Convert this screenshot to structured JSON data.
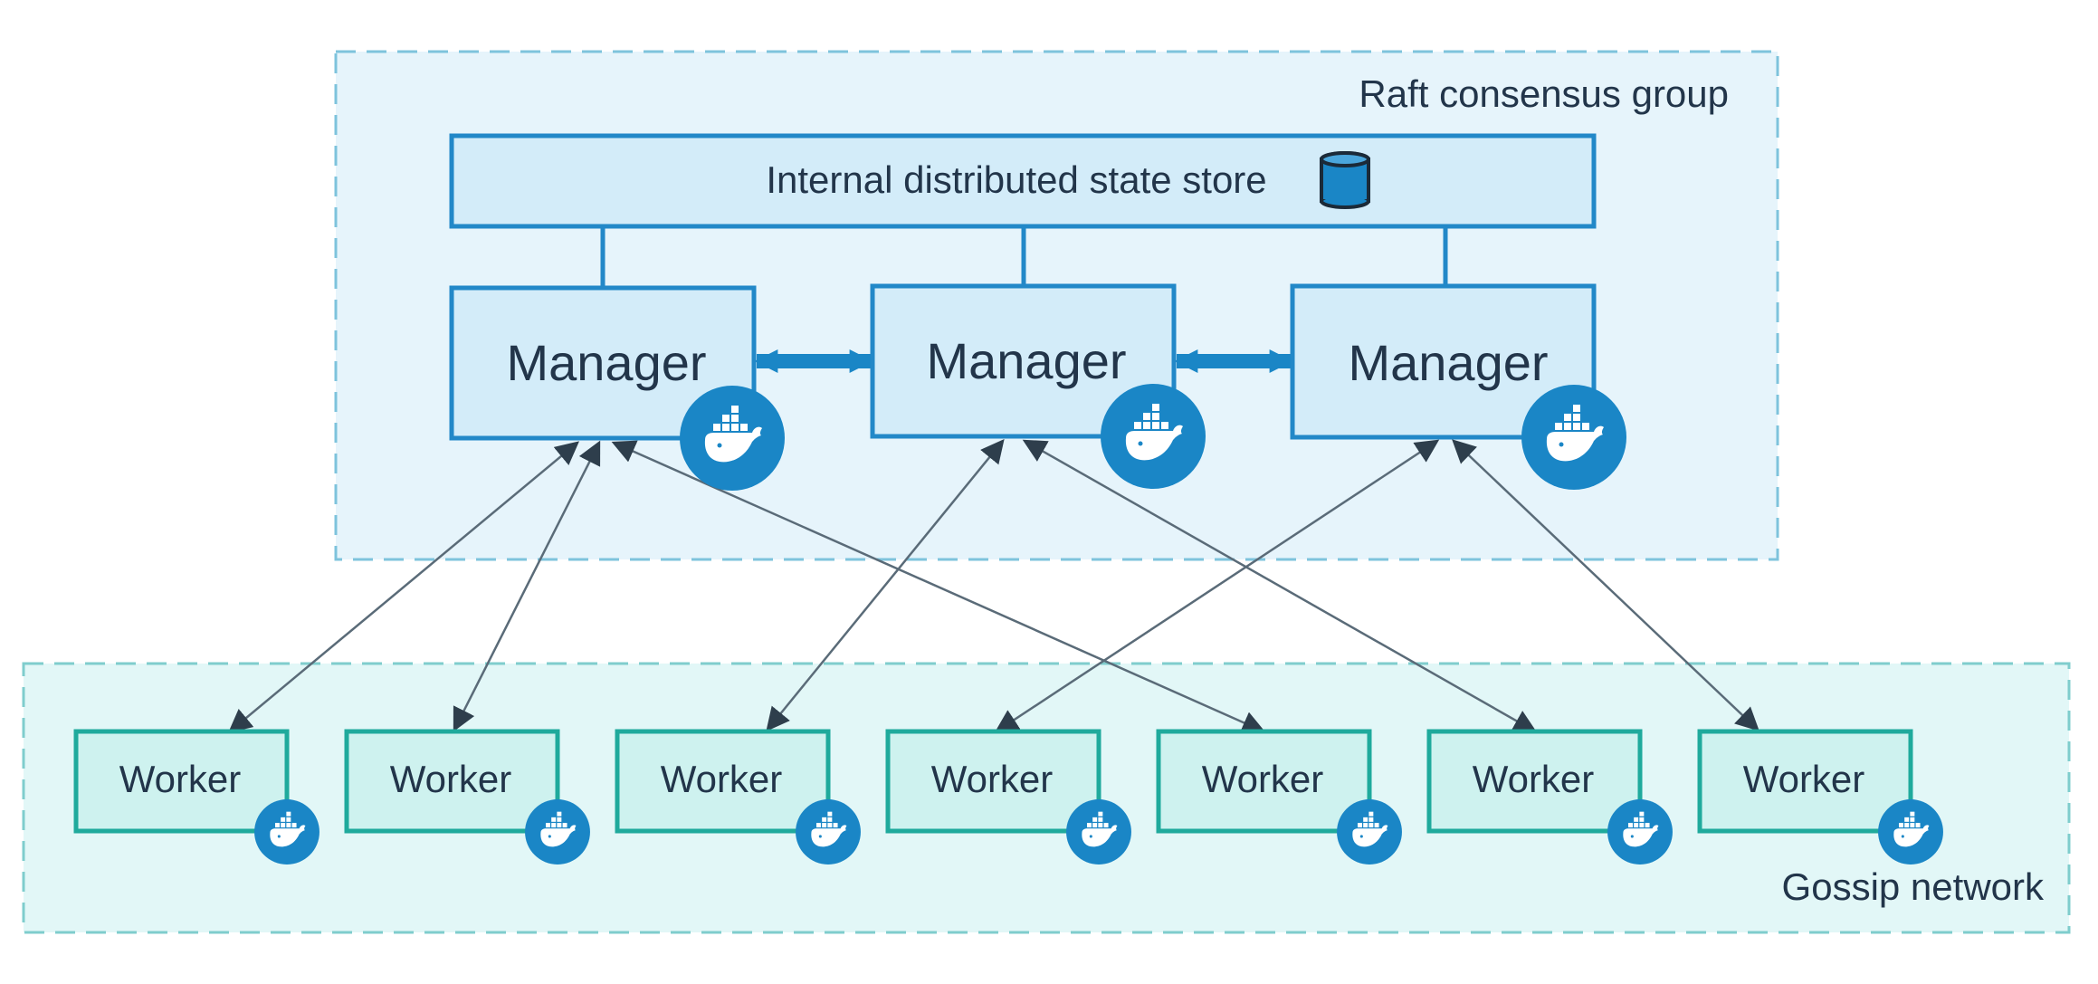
{
  "raft_group": {
    "label": "Raft consensus group"
  },
  "state_store": {
    "label": "Internal distributed state store",
    "icon": "database-icon"
  },
  "managers": [
    {
      "label": "Manager",
      "icon": "docker-whale-icon"
    },
    {
      "label": "Manager",
      "icon": "docker-whale-icon"
    },
    {
      "label": "Manager",
      "icon": "docker-whale-icon"
    }
  ],
  "workers": [
    {
      "label": "Worker",
      "icon": "docker-whale-icon"
    },
    {
      "label": "Worker",
      "icon": "docker-whale-icon"
    },
    {
      "label": "Worker",
      "icon": "docker-whale-icon"
    },
    {
      "label": "Worker",
      "icon": "docker-whale-icon"
    },
    {
      "label": "Worker",
      "icon": "docker-whale-icon"
    },
    {
      "label": "Worker",
      "icon": "docker-whale-icon"
    },
    {
      "label": "Worker",
      "icon": "docker-whale-icon"
    }
  ],
  "gossip_network": {
    "label": "Gossip network"
  },
  "connections": [
    {
      "from": "worker-1",
      "to": "manager-1"
    },
    {
      "from": "worker-2",
      "to": "manager-1"
    },
    {
      "from": "worker-5",
      "to": "manager-1"
    },
    {
      "from": "worker-3",
      "to": "manager-2"
    },
    {
      "from": "worker-6",
      "to": "manager-2"
    },
    {
      "from": "worker-4",
      "to": "manager-3"
    },
    {
      "from": "worker-7",
      "to": "manager-3"
    }
  ],
  "colors": {
    "raft_bg": "#e6f4fb",
    "raft_border": "#7ec3dc",
    "manager_fill": "#d3ecf9",
    "manager_border": "#2288c8",
    "gossip_bg": "#e2f7f7",
    "gossip_border": "#7fcdcd",
    "worker_fill": "#cef2ef",
    "worker_border": "#1faa9c",
    "docker_blue": "#1a86c6",
    "arrow": "#5a6b78",
    "text": "#22354a"
  }
}
